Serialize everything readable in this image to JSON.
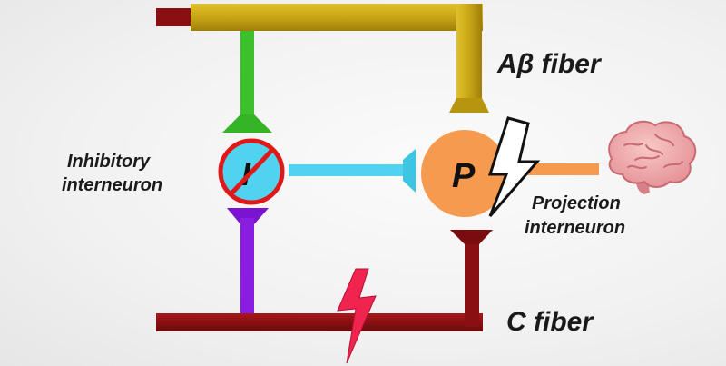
{
  "labels": {
    "abeta": "Aβ fiber",
    "cfiber": "C fiber",
    "inhibitory_line1": "Inhibitory",
    "inhibitory_line2": "interneuron",
    "projection_line1": "Projection",
    "projection_line2": "interneuron",
    "inhibitory_letter": "I",
    "projection_letter": "P"
  },
  "colors": {
    "abeta_fiber": "#c9a516",
    "abeta_fiber_dark": "#a8870b",
    "c_fiber": "#8a0f12",
    "green_branch": "#3cc02c",
    "purple_branch": "#8a1ee0",
    "cyan": "#4fd3f0",
    "projection_cell": "#f59a4e",
    "blocked_sign": "#e01818",
    "lightning": "#f0244c",
    "brain": "#f0a6a8"
  },
  "icons": {
    "blocked": "prohibition-sign-icon",
    "pain_signal": "lightning-bolt-icon",
    "brain": "brain-icon"
  }
}
